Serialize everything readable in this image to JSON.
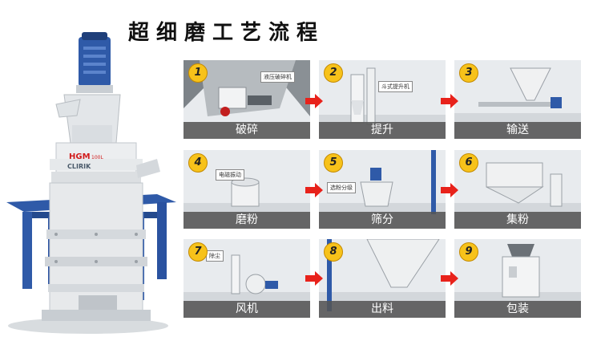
{
  "title": "超细磨工艺流程",
  "machine": {
    "model_label": "HGM",
    "model_number": "100L",
    "brand_label": "CLIRIK"
  },
  "colors": {
    "accent_badge": "#f7c21a",
    "arrow": "#e8221b",
    "frame_blue": "#2f5aa8",
    "caption_bg": "#555555"
  },
  "steps": [
    {
      "number": "1",
      "label": "破碎",
      "sign": "液压破碎机"
    },
    {
      "number": "2",
      "label": "提升",
      "sign": "斗式提升机"
    },
    {
      "number": "3",
      "label": "输送",
      "sign": ""
    },
    {
      "number": "4",
      "label": "磨粉",
      "sign": "电磁振动"
    },
    {
      "number": "5",
      "label": "筛分",
      "sign": "选粉分级"
    },
    {
      "number": "6",
      "label": "集粉",
      "sign": ""
    },
    {
      "number": "7",
      "label": "风机",
      "sign": "除尘"
    },
    {
      "number": "8",
      "label": "出料",
      "sign": ""
    },
    {
      "number": "9",
      "label": "包装",
      "sign": ""
    }
  ]
}
